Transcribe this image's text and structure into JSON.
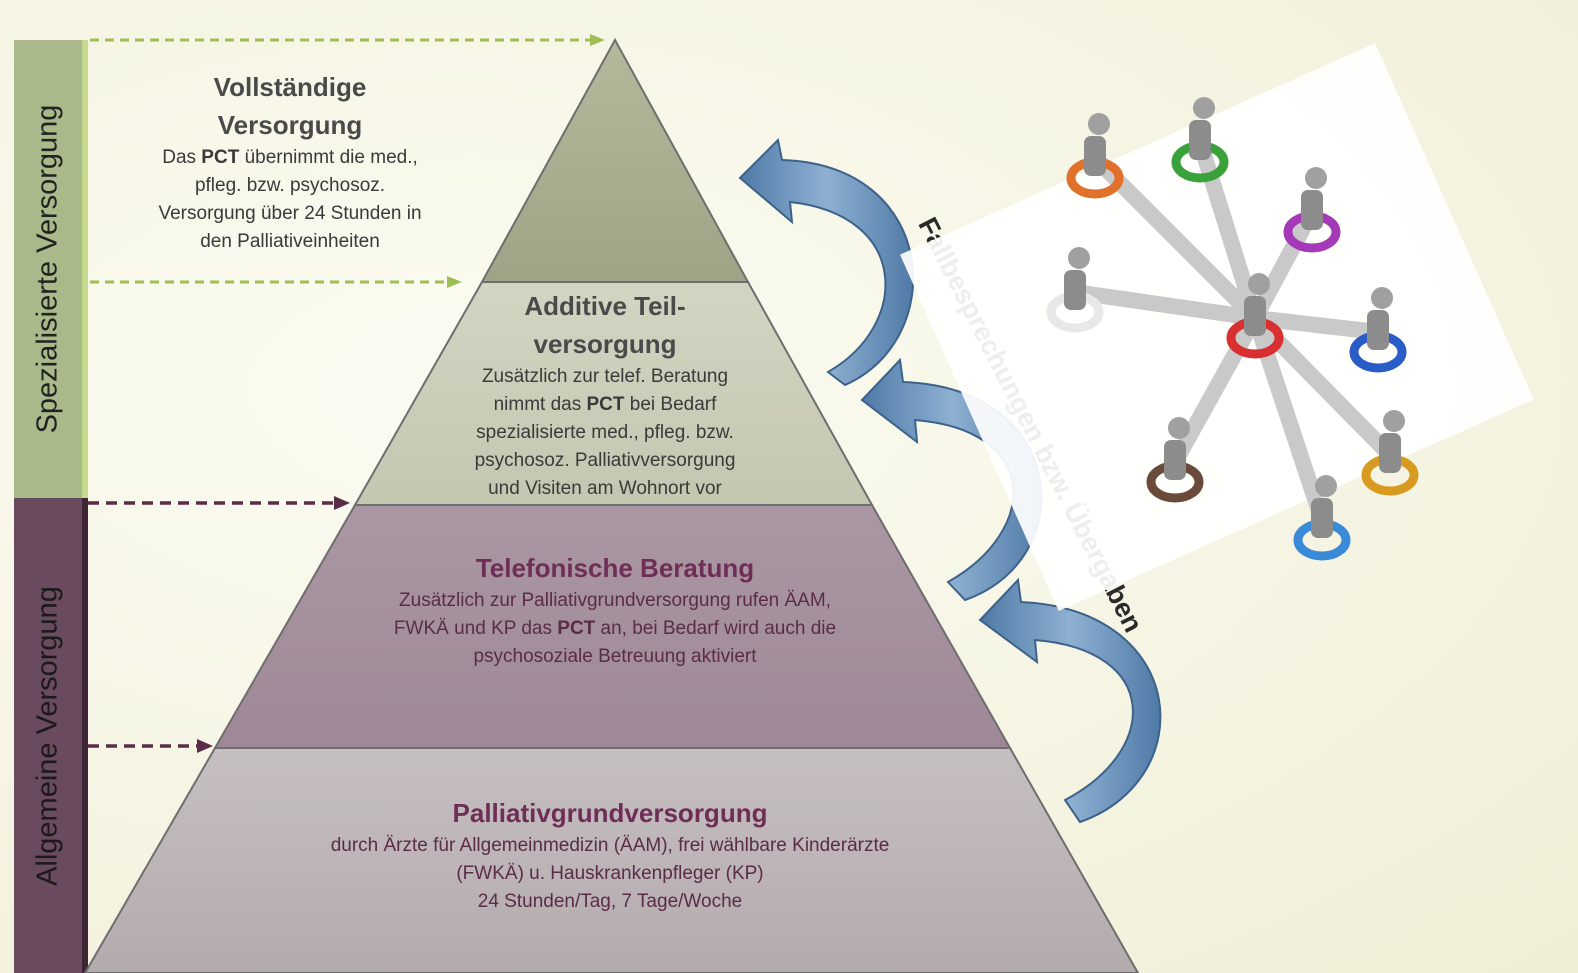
{
  "side_labels": {
    "specialized": "Spezialisierte Versorgung",
    "general": "Allgemeine Versorgung"
  },
  "levels": {
    "full": {
      "title_line1": "Vollständige",
      "title_line2": "Versorgung",
      "body_line1_pre": "Das ",
      "body_line1_bold": "PCT",
      "body_line1_post": " übernimmt die med.,",
      "body_line2": "pfleg. bzw. psychosoz.",
      "body_line3": "Versorgung über 24 Stunden in",
      "body_line4": "den Palliativeinheiten"
    },
    "additive": {
      "title_line1": "Additive Teil-",
      "title_line2": "versorgung",
      "body_line1": "Zusätzlich zur telef. Beratung",
      "body_line2_pre": "nimmt das ",
      "body_line2_bold": "PCT",
      "body_line2_post": " bei Bedarf",
      "body_line3": "spezialisierte med., pfleg. bzw.",
      "body_line4": "psychosoz. Palliativversorgung",
      "body_line5": "und Visiten am Wohnort vor"
    },
    "phone": {
      "title": "Telefonische Beratung",
      "body_line1": "Zusätzlich zur Palliativgrundversorgung rufen ÄAM,",
      "body_line2_pre": "FWKÄ und KP das ",
      "body_line2_bold": "PCT",
      "body_line2_post": " an, bei Bedarf wird auch die",
      "body_line3": "psychosoziale Betreuung aktiviert"
    },
    "basic": {
      "title": "Palliativgrundversorgung",
      "body_line1": "durch Ärzte für Allgemeinmedizin (ÄAM), frei wählbare Kinderärzte",
      "body_line2": "(FWKÄ) u. Hauskrankenpfleger (KP)",
      "body_line3": "24 Stunden/Tag, 7 Tage/Woche"
    }
  },
  "arrow_label": "Fallbesprechungen bzw. Übergaben",
  "colors": {
    "top_tier": "#a8ae8f",
    "additive_tier": "#c5c8b3",
    "phone_tier": "#a48f9d",
    "basic_tier": "#bab2b5",
    "specialized_bar": "#a9b98a",
    "general_bar": "#6a4a5e",
    "curved_arrow": "#6b8fb4",
    "dashed_green": "#9fbf55",
    "dashed_purple": "#5a2c48",
    "title_purple": "#6e2e55"
  },
  "network_node_colors": [
    "#e0702a",
    "#3aa23a",
    "#a43ab8",
    "#d83030",
    "#2a5cc8",
    "#d89a20",
    "#6a4a3a",
    "#3a8ad8",
    "#e8e8e8"
  ]
}
